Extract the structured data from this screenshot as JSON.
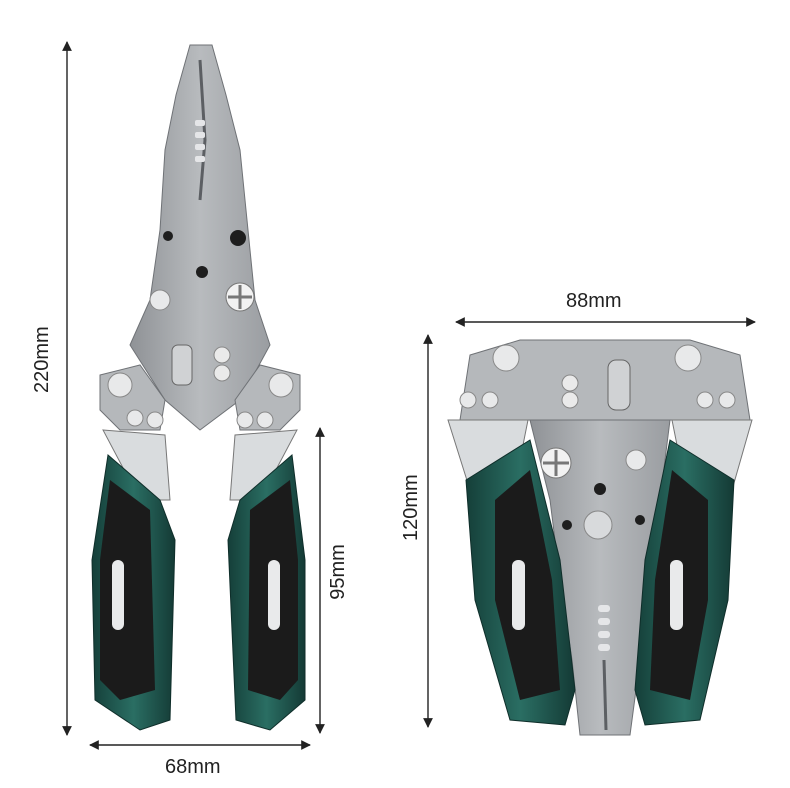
{
  "dimensions": {
    "open_total_length": "220mm",
    "open_width": "68mm",
    "handle_length": "95mm",
    "closed_width": "88mm",
    "closed_length": "120mm"
  },
  "colors": {
    "steel": "#a9acb0",
    "steel_dark": "#7c7f83",
    "steel_light": "#d7d9db",
    "handle_green": "#1f5b52",
    "handle_black": "#1b1b1b",
    "handle_silver": "#d9dcde",
    "arrow": "#222222"
  }
}
